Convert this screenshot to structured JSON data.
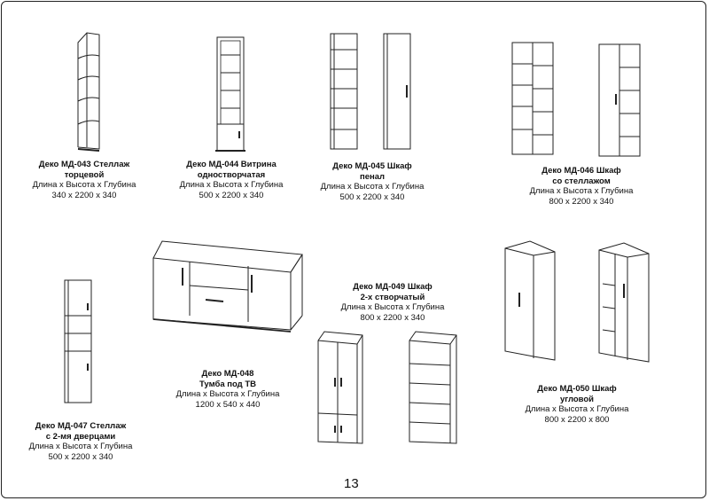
{
  "page_number": "13",
  "items": [
    {
      "lines": [
        "Деко МД-043 Стеллаж",
        "торцевой"
      ],
      "dims_label": "Длина х Высота х Глубина",
      "dims": "340 х 2200 х 340"
    },
    {
      "lines": [
        "Деко МД-044 Витрина",
        "одностворчатая"
      ],
      "dims_label": "Длина х Высота х Глубина",
      "dims": "500 х 2200 х 340"
    },
    {
      "lines": [
        "Деко МД-045 Шкаф",
        "пенал"
      ],
      "dims_label": "Длина х Высота х Глубина",
      "dims": "500 х 2200 х 340"
    },
    {
      "lines": [
        "Деко МД-046 Шкаф",
        "со стеллажом"
      ],
      "dims_label": "Длина х Высота х Глубина",
      "dims": "800 х 2200 х 340"
    },
    {
      "lines": [
        "Деко МД-047 Стеллаж",
        "с 2-мя дверцами"
      ],
      "dims_label": "Длина х Высота х Глубина",
      "dims": "500 х 2200 х 340"
    },
    {
      "lines": [
        "Деко МД-048",
        "Тумба под ТВ"
      ],
      "dims_label": "Длина х Высота х Глубина",
      "dims": "1200 х 540 х 440"
    },
    {
      "lines": [
        "Деко МД-049 Шкаф",
        "2-х створчатый"
      ],
      "dims_label": "Длина х Высота х Глубина",
      "dims": "800 х 2200 х 340"
    },
    {
      "lines": [
        "Деко МД-050 Шкаф",
        "угловой"
      ],
      "dims_label": "Длина х Высота х Глубина",
      "dims": "800 х 2200 х 800"
    }
  ]
}
